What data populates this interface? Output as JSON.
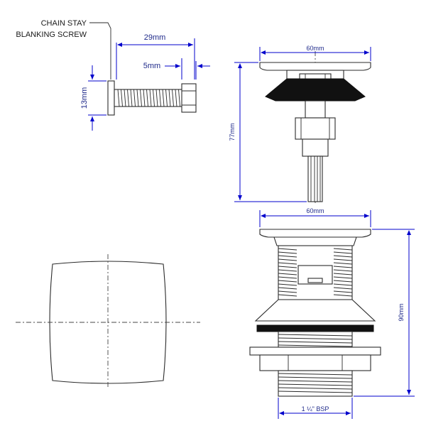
{
  "labels": {
    "chain_stay_line1": "CHAIN STAY",
    "chain_stay_line2": "BLANKING SCREW"
  },
  "dimensions": {
    "screw_length": "29mm",
    "screw_thread_gap": "5mm",
    "screw_head_height": "13mm",
    "cap_width": "60mm",
    "cap_height": "77mm",
    "body_width": "60mm",
    "body_height": "90mm",
    "thread_size": "1 ¼\" BSP"
  },
  "colors": {
    "dimension_lines": "#0000cc",
    "outline": "#2b2b2b",
    "seal": "#111111"
  }
}
